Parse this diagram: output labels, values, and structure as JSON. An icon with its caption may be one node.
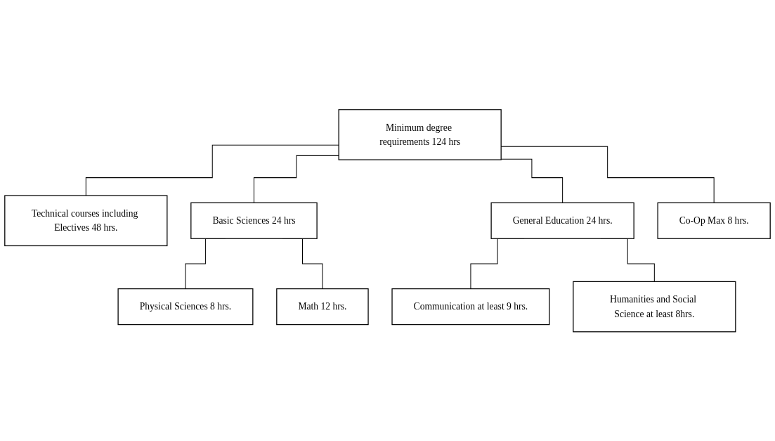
{
  "diagram": {
    "nodes": [
      {
        "text": [
          "Minimum degree requirements 124 hrs"
        ]
      },
      {
        "text": [
          "Technical courses including Electives 48 hrs."
        ]
      },
      {
        "text": [
          "Basic Sciences 24 hrs"
        ]
      },
      {
        "text": [
          "General Education 24 hrs."
        ]
      },
      {
        "text": [
          "Co-Op Max 8 hrs."
        ]
      },
      {
        "text": [
          "Physical Sciences 8 hrs."
        ]
      },
      {
        "text": [
          "Math 12 hrs."
        ]
      },
      {
        "text": [
          "Communication at least 9 hrs."
        ]
      },
      {
        "text": [
          "Humanities and Social Science at least 8hrs."
        ]
      }
    ],
    "edges": [
      {
        "from": 0,
        "to": 1,
        "arrow": "none"
      },
      {
        "from": 0,
        "to": 2,
        "arrow": "none"
      },
      {
        "from": 0,
        "to": 3,
        "arrow": "none"
      },
      {
        "from": 0,
        "to": 4,
        "arrow": "none"
      },
      {
        "from": 2,
        "to": 5,
        "arrow": "none"
      },
      {
        "from": 2,
        "to": 6,
        "arrow": "none"
      },
      {
        "from": 3,
        "to": 7,
        "arrow": "none"
      },
      {
        "from": 3,
        "to": 8,
        "arrow": "none"
      }
    ]
  }
}
